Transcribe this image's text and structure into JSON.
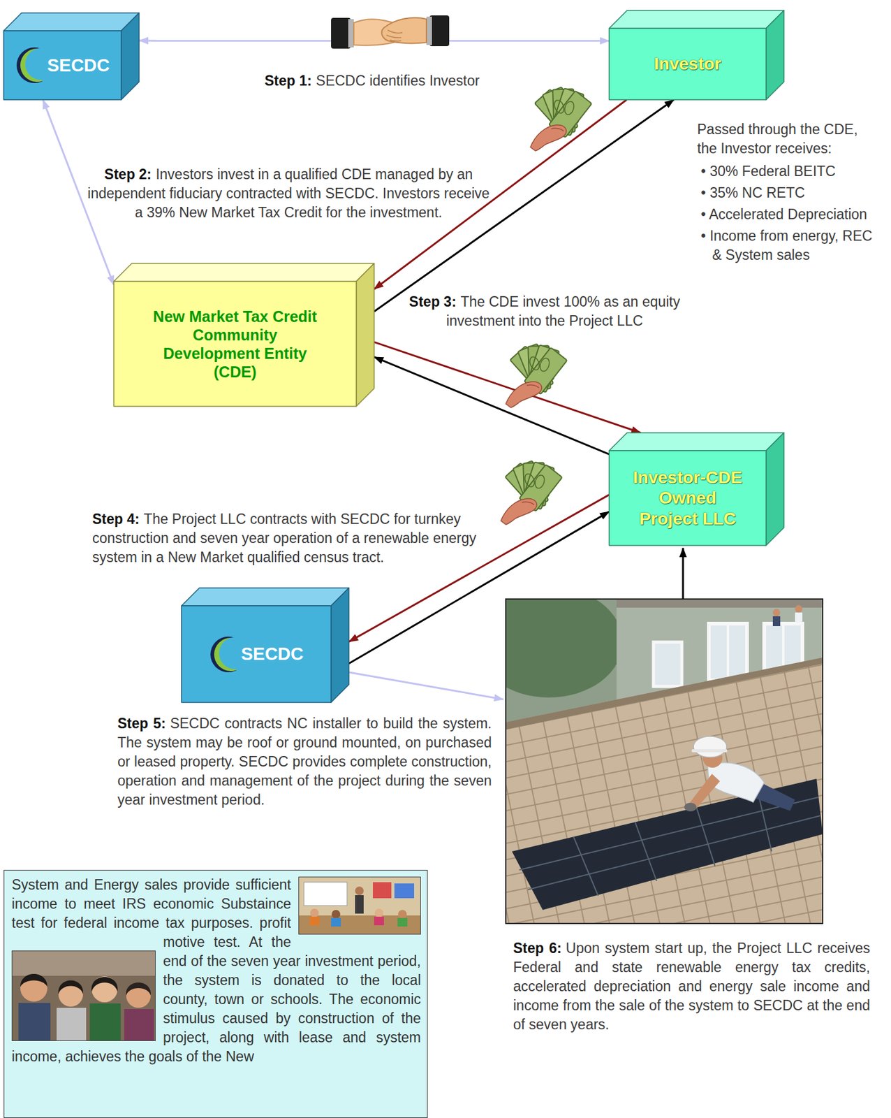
{
  "diagram": {
    "nodes": [
      {
        "text": [
          "SECDC"
        ]
      },
      {
        "text": [
          "Investor"
        ]
      },
      {
        "text": [
          "New Market Tax Credit Community Development Entity (CDE)"
        ]
      },
      {
        "text": [
          "Investor-CDE Owned Project LLC"
        ]
      },
      {
        "text": [
          "SECDC"
        ]
      },
      {
        "text": [
          "System and Energy sales provide sufficient income to meet IRS economic Substaince test for federal income tax purposes. profit motive test. At the end of the seven year investment period, the system is donated to the local county, town or schools. The economic stimulus caused by construction of the project, along with lease and system income, achieves the goals of the New"
        ]
      }
    ],
    "edges": [
      {
        "from": 0,
        "to": 1,
        "arrow": "both"
      },
      {
        "from": 0,
        "to": 2,
        "arrow": "both"
      },
      {
        "from": 1,
        "to": 2,
        "arrow": "to"
      },
      {
        "from": 2,
        "to": 1,
        "arrow": "to"
      },
      {
        "from": 2,
        "to": 3,
        "arrow": "to"
      },
      {
        "from": 3,
        "to": 2,
        "arrow": "to"
      },
      {
        "from": 3,
        "to": 4,
        "arrow": "to"
      },
      {
        "from": 4,
        "to": 3,
        "arrow": "to"
      }
    ],
    "labels": [
      "Step 1:",
      "SECDC identifies Investor",
      "Step 2:",
      "Investors invest in a qualified CDE managed by an independent fiduciary contracted with SECDC. Investors receive a 39% New Market Tax Credit for the investment.",
      "Passed through the CDE, the Investor receives:",
      "• 30% Federal BEITC",
      "• 35% NC RETC",
      "• Accelerated Depreciation",
      "• Income from energy, REC & System sales",
      "Step 3:",
      "The CDE invest 100% as an equity investment into the Project LLC",
      "Step 4:",
      "The Project LLC contracts with SECDC for turnkey construction and seven year operation of a renewable energy system in a New Market qualified census tract.",
      "Step 5:",
      "SECDC contracts NC installer to build the system. The system may be roof or ground mounted, on purchased or leased property. SECDC provides complete construction, operation and management of the project during the seven year investment period.",
      "Step 6:",
      "Upon system start up, the Project LLC receives Federal and state renewable energy tax credits, accelerated depreciation and energy sale income and income from the sale of the system to SECDC at the end of seven years."
    ]
  }
}
